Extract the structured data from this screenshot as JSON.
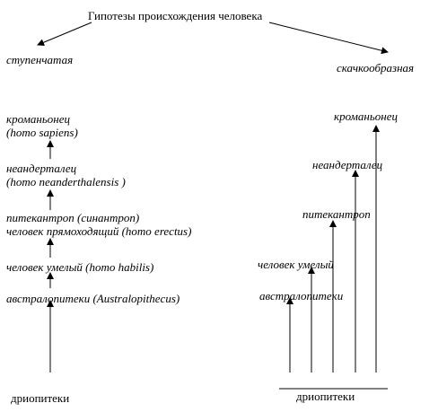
{
  "title": "Гипотезы происхождения человека",
  "left": {
    "heading": "ступенчатая",
    "cromagnon": "кроманьонец",
    "cromagnon_latin": "(homo sapiens)",
    "neanderthal": "неандерталец",
    "neanderthal_latin": "(homo neanderthalensis )",
    "pithecanthropus": "питекантроп (синантроп)",
    "erectus": "человек прямоходящий (homo erectus)",
    "habilis": "человек умелый (homo habilis)",
    "australopithecus": "австралопитеки (Australopithecus)",
    "base": "дриопитеки"
  },
  "right": {
    "heading": "скачкообразная",
    "cromagnon": "кроманьонец",
    "neanderthal": "неандерталец",
    "pithecanthropus": "питекантроп",
    "habilis": "человек умелый",
    "australopithecus": "австралопитеки",
    "base": "дриопитеки"
  }
}
